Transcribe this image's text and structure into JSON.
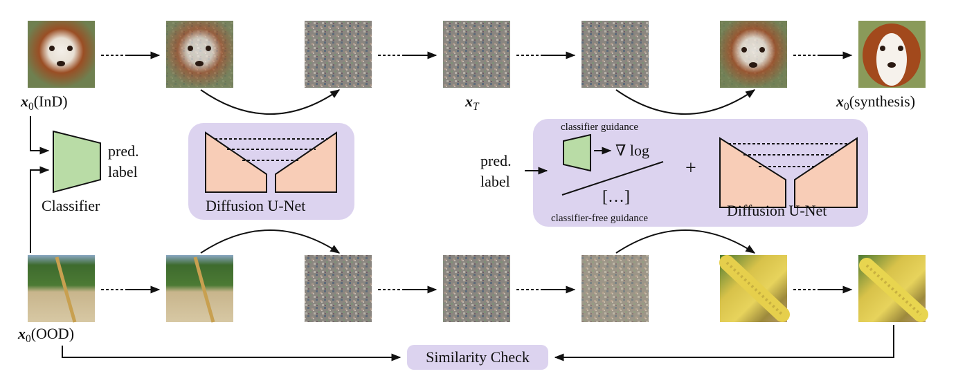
{
  "labels": {
    "x0_ind": "(InD)",
    "xT_sub": "T",
    "x0_syn": "(synthesis)",
    "x0_ood": "(OOD)",
    "x_symbol": "x",
    "x0_sub": "0",
    "pred_label_left_1": "pred.",
    "pred_label_left_2": "label",
    "classifier": "Classifier",
    "unet_left": "Diffusion U-Net",
    "unet_right": "Diffusion U-Net",
    "pred_label_right_1": "pred.",
    "pred_label_right_2": "label",
    "classifier_guidance": "classifier guidance",
    "grad_log": "∇ log",
    "ellipsis": "[…]",
    "classifier_free_guidance": "classifier-free guidance",
    "plus": "+",
    "similarity_check": "Similarity Check"
  },
  "colors": {
    "purple_box": "#dcd3ef",
    "unet_fill": "#f8cdb7",
    "classifier_fill": "#b9dca6",
    "line": "#111111"
  },
  "images": {
    "top_row": [
      "dog-clean-icon",
      "dog-slightly-noisy-icon",
      "noise-icon",
      "noise-icon",
      "noise-icon",
      "dog-denoised-icon",
      "dog-synthesis-icon"
    ],
    "bottom_row": [
      "grass-field-icon",
      "grass-field-icon",
      "noise-icon",
      "noise-icon",
      "noise-icon",
      "corn-icon",
      "corn-icon"
    ]
  }
}
